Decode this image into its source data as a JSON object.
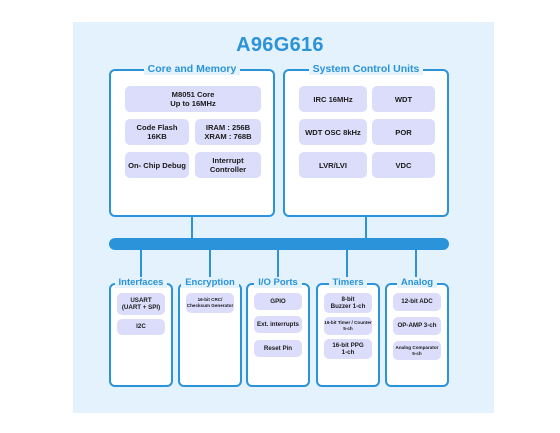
{
  "title": "A96G616",
  "core": {
    "title": "Core and Memory",
    "items": [
      "M8051 Core\nUp to 16MHz",
      "Code Flash\n16KB",
      "IRAM : 256B\nXRAM : 768B",
      "On- Chip Debug",
      "Interrupt\nController"
    ]
  },
  "scu": {
    "title": "System Control Units",
    "items": [
      "IRC 16MHz",
      "WDT",
      "WDT OSC 8kHz",
      "POR",
      "LVR/LVI",
      "VDC"
    ]
  },
  "interfaces": {
    "title": "Interfaces",
    "items": [
      "USART\n(UART + SPI)",
      "I2C"
    ]
  },
  "encryption": {
    "title": "Encryption",
    "items": [
      "16-bit CRC/\nChecksum Generator"
    ]
  },
  "io": {
    "title": "I/O Ports",
    "items": [
      "GPIO",
      "Ext. interrupts",
      "Reset Pin"
    ]
  },
  "timers": {
    "title": "Timers",
    "items": [
      "8-bit\nBuzzer 1-ch",
      "16-bit Timer / Counter\n5-ch",
      "16-bit PPG\n1-ch"
    ]
  },
  "analog": {
    "title": "Analog",
    "items": [
      "12-bit ADC",
      "OP-AMP 3-ch",
      "Analog Comparator\n5-ch"
    ]
  }
}
